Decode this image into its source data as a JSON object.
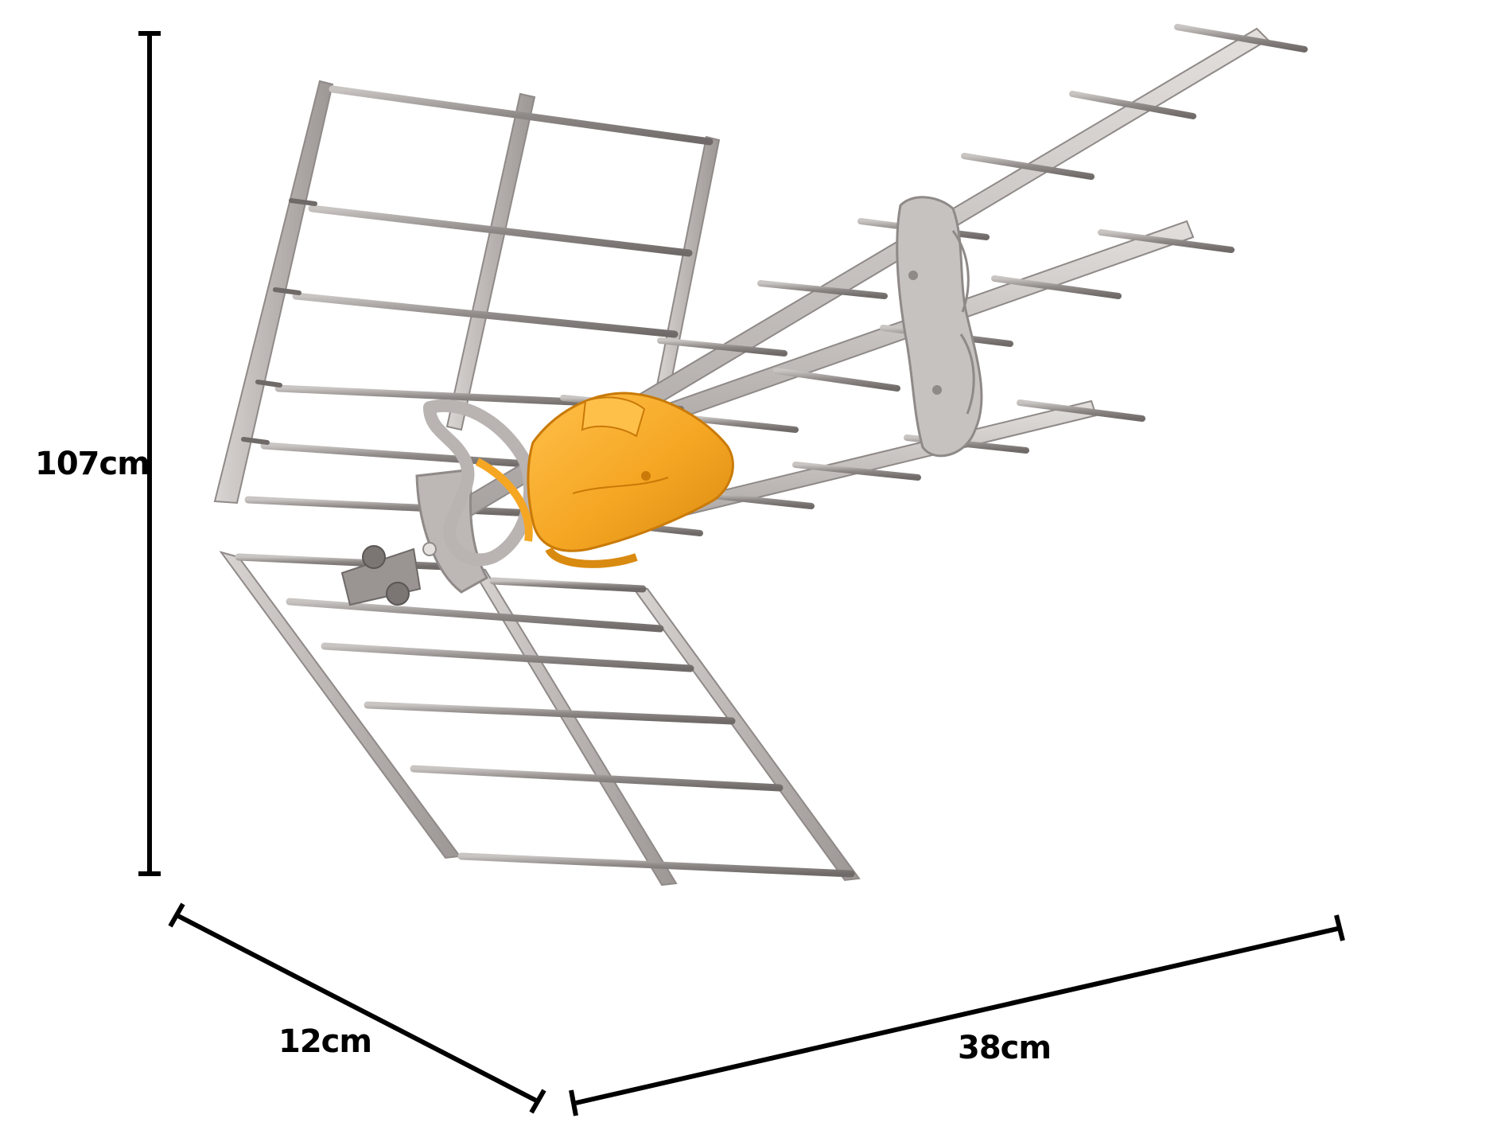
{
  "dimensions": {
    "height": "107cm",
    "depth": "12cm",
    "width": "38cm"
  },
  "colors": {
    "frame": "#b9b3b1",
    "frame_light": "#d8d4d2",
    "frame_dark": "#8f8a88",
    "rod": "#7b7674",
    "rod_light": "#a8a3a1",
    "housing": "#f5a623",
    "housing_dark": "#d98a10",
    "bracket": "#c3bfbe",
    "dimension_line": "#000000"
  },
  "icons": {
    "antenna": "uhf-tv-antenna"
  }
}
